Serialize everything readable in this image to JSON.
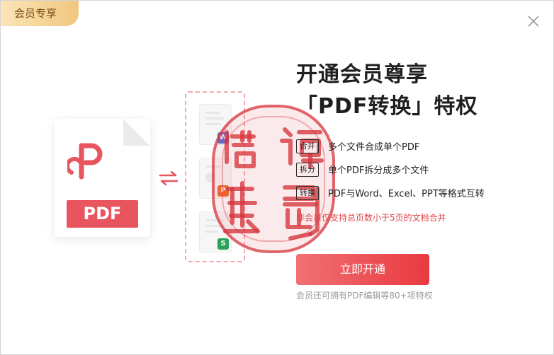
{
  "badge": {
    "label": "会员专享"
  },
  "title": {
    "line1": "开通会员尊享",
    "line2": "「PDF转换」特权"
  },
  "illustration": {
    "pdf_label": "PDF",
    "target_icons": [
      "word-icon",
      "ppt-icon",
      "excel-icon"
    ]
  },
  "features": [
    {
      "tag": "合并",
      "text": "多个文件合成单个PDF"
    },
    {
      "tag": "拆分",
      "text": "单个PDF拆分成多个文件"
    },
    {
      "tag": "转换",
      "text": "PDF与Word、Excel、PPT等格式互转"
    }
  ],
  "note": "非会员仅支持总页数小于5页的文档合并",
  "cta": {
    "label": "立即开通"
  },
  "subtext": "会员还可拥有PDF编辑等80+项特权",
  "colors": {
    "accent": "#e9393f",
    "badge": "#f0c77e",
    "seal": "#d6343c"
  }
}
